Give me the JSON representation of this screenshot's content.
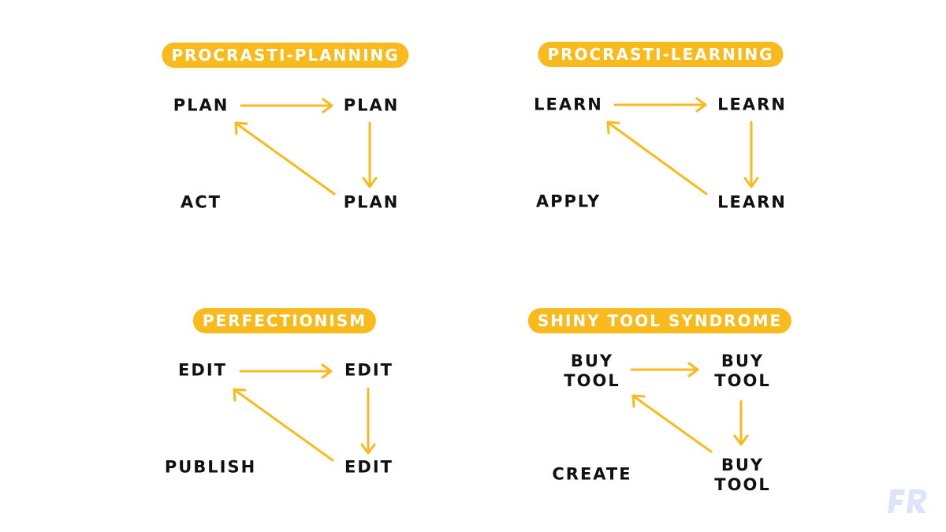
{
  "colors": {
    "accent": "#F8BA1C",
    "text": "#111111",
    "watermark": "#DCE3FB"
  },
  "panels": [
    {
      "title": "PROCRASTI-PLANNING",
      "nodes": {
        "a": [
          "PLAN"
        ],
        "b": [
          "PLAN"
        ],
        "c": [
          "PLAN"
        ],
        "alt": [
          "ACT"
        ]
      }
    },
    {
      "title": "PROCRASTI-LEARNING",
      "nodes": {
        "a": [
          "LEARN"
        ],
        "b": [
          "LEARN"
        ],
        "c": [
          "LEARN"
        ],
        "alt": [
          "APPLY"
        ]
      }
    },
    {
      "title": "PERFECTIONISM",
      "nodes": {
        "a": [
          "EDIT"
        ],
        "b": [
          "EDIT"
        ],
        "c": [
          "EDIT"
        ],
        "alt": [
          "PUBLISH"
        ]
      }
    },
    {
      "title": "SHINY TOOL SYNDROME",
      "nodes": {
        "a": [
          "BUY",
          "TOOL"
        ],
        "b": [
          "BUY",
          "TOOL"
        ],
        "c": [
          "BUY",
          "TOOL"
        ],
        "alt": [
          "CREATE"
        ]
      }
    }
  ],
  "watermark_icon": "fr-logo-icon"
}
